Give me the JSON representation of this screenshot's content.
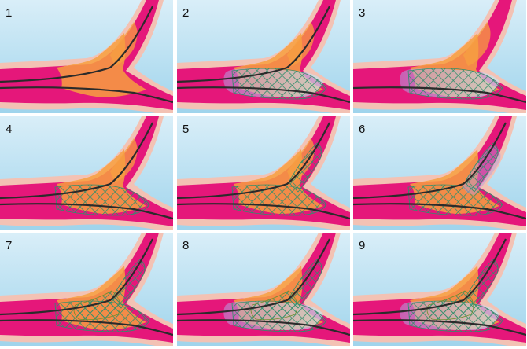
{
  "colors": {
    "background_top": "#d9eef8",
    "background_bottom": "#9fd4ec",
    "vessel_wall": "#f3c2b4",
    "vessel_lumen": "#e5177a",
    "plaque": "#f7a040",
    "guidewire": "#2b2b2b",
    "stent_mesh": "#2e8f6b",
    "stent_mesh_alt": "#6b8f2e",
    "balloon": "#c7e9f0",
    "balloon_purple": "#b49be0"
  },
  "panels": [
    {
      "label": "1",
      "plaque": true,
      "plaque_branch": true,
      "side_wire": true,
      "main_wire": true,
      "main_stent": false,
      "main_balloon": false,
      "side_stent": false,
      "side_balloon": false,
      "crossing_stent": false
    },
    {
      "label": "2",
      "plaque": true,
      "plaque_branch": true,
      "side_wire": true,
      "main_wire": true,
      "main_stent": true,
      "main_balloon": true,
      "side_stent": false,
      "side_balloon": false,
      "crossing_stent": false
    },
    {
      "label": "3",
      "plaque": true,
      "plaque_branch": true,
      "side_wire": false,
      "main_wire": true,
      "main_stent": true,
      "main_balloon": true,
      "side_stent": false,
      "side_balloon": false,
      "crossing_stent": false
    },
    {
      "label": "4",
      "plaque": true,
      "plaque_branch": true,
      "side_wire": true,
      "main_wire": true,
      "main_stent": true,
      "main_balloon": false,
      "side_stent": false,
      "side_balloon": false,
      "crossing_stent": false
    },
    {
      "label": "5",
      "plaque": true,
      "plaque_branch": true,
      "side_wire": true,
      "main_wire": true,
      "main_stent": true,
      "main_balloon": false,
      "side_stent": true,
      "side_balloon": false,
      "crossing_stent": false
    },
    {
      "label": "6",
      "plaque": true,
      "plaque_branch": false,
      "side_wire": true,
      "main_wire": true,
      "main_stent": true,
      "main_balloon": false,
      "side_stent": true,
      "side_balloon": true,
      "crossing_stent": false
    },
    {
      "label": "7",
      "plaque": true,
      "plaque_branch": false,
      "side_wire": true,
      "main_wire": true,
      "main_stent": true,
      "main_balloon": false,
      "side_stent": true,
      "side_balloon": false,
      "crossing_stent": true
    },
    {
      "label": "8",
      "plaque": true,
      "plaque_branch": false,
      "side_wire": true,
      "main_wire": true,
      "main_stent": true,
      "main_balloon": true,
      "side_stent": true,
      "side_balloon": false,
      "crossing_stent": true
    },
    {
      "label": "9",
      "plaque": true,
      "plaque_branch": false,
      "side_wire": true,
      "main_wire": true,
      "main_stent": true,
      "main_balloon": true,
      "side_stent": true,
      "side_balloon": false,
      "crossing_stent": true
    }
  ]
}
